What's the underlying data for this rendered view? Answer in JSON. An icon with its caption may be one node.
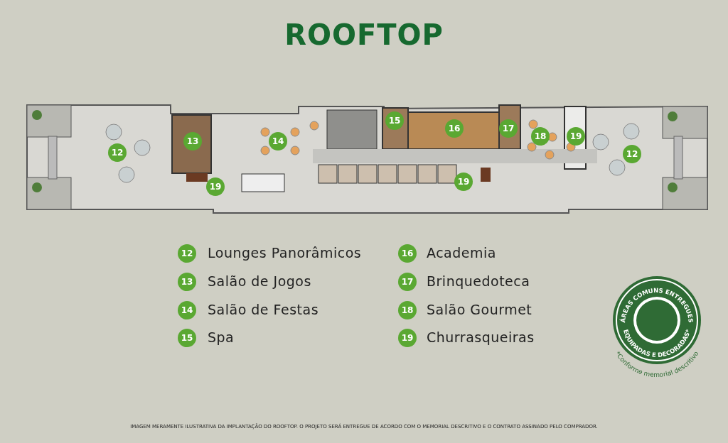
{
  "diagram": {
    "title": "ROOFTOP",
    "caption": "IMAGEM MERAMENTE ILUSTRATIVA DA IMPLANTAÇÃO DO ROOFTOP. O PROJETO SERÁ ENTREGUE DE ACORDO COM O MEMORIAL DESCRITIVO E O CONTRATO ASSINADO PELO COMPRADOR.",
    "labels": [
      "12",
      "13",
      "19",
      "14",
      "15",
      "16",
      "17",
      "19",
      "18",
      "19",
      "12",
      "12",
      "Lounges Panorâmicos",
      "16",
      "Academia",
      "13",
      "Salão de Jogos",
      "17",
      "Brinquedoteca",
      "14",
      "Salão de Festas",
      "18",
      "Salão Gourmet",
      "15",
      "Spa",
      "19",
      "Churrasqueiras",
      "ÁREAS COMUNS ENTREGUES",
      "EQUIPADAS E DECORADAS*",
      "*Conforme memorial descritivo"
    ]
  }
}
